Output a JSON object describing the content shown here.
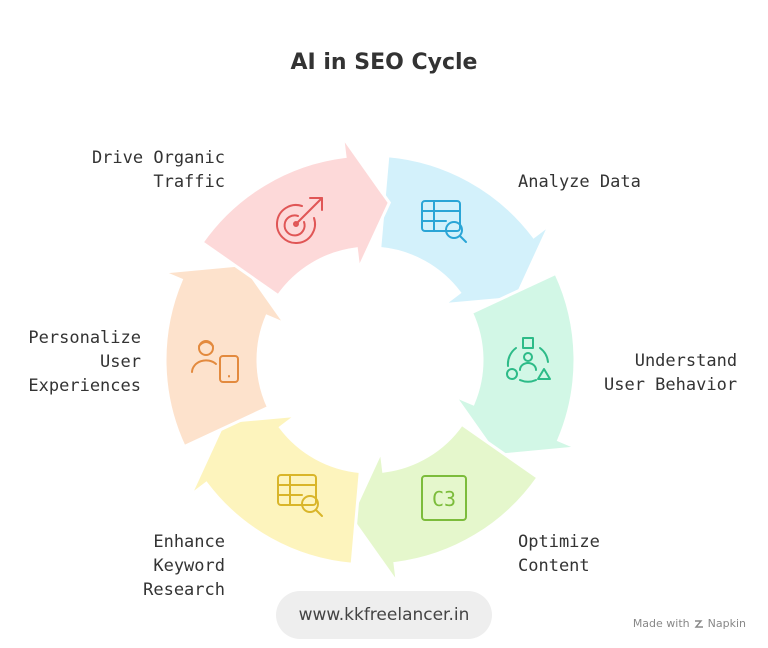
{
  "title": "AI in SEO Cycle",
  "steps": [
    {
      "label": "Analyze Data",
      "icon": "table-search-icon",
      "fill": "#d3f1fb",
      "stroke": "#2aa5d6"
    },
    {
      "label": "Understand\nUser Behavior",
      "icon": "user-shapes-icon",
      "fill": "#d2f7e6",
      "stroke": "#2dbb88"
    },
    {
      "label": "Optimize\nContent",
      "icon": "c3-box-icon",
      "fill": "#e5f7cc",
      "stroke": "#7cbc3b"
    },
    {
      "label": "Enhance\nKeyword\nResearch",
      "icon": "table-search-icon",
      "fill": "#fdf4bd",
      "stroke": "#d9b52a"
    },
    {
      "label": "Personalize\nUser\nExperiences",
      "icon": "user-device-icon",
      "fill": "#fde2cc",
      "stroke": "#e38a3e"
    },
    {
      "label": "Drive Organic\nTraffic",
      "icon": "target-arrow-icon",
      "fill": "#fdd9d9",
      "stroke": "#e05656"
    }
  ],
  "icon_text": {
    "c3": "C3"
  },
  "footer": {
    "url": "www.kkfreelancer.in",
    "made_with": "Made with",
    "brand": "Napkin"
  }
}
